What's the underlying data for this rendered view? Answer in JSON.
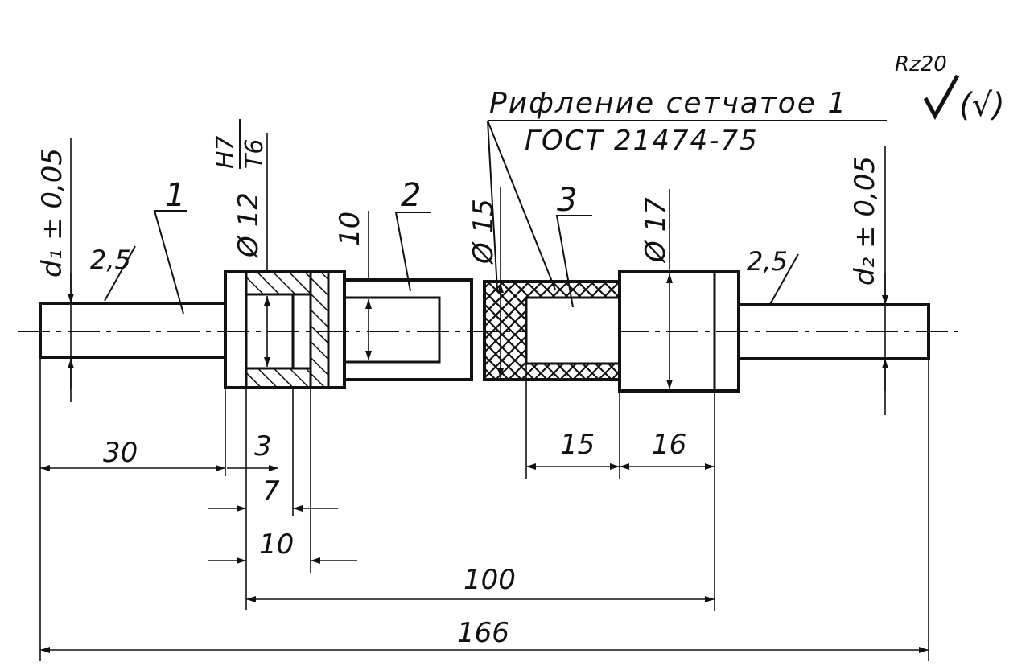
{
  "note": {
    "knurl_line1": "Рифление сетчатое 1",
    "knurl_line2": "ГОСТ 21474-75"
  },
  "roughness": {
    "value": "Rz20",
    "symbol": "√",
    "paren": "(√)"
  },
  "parts": {
    "p1": "1",
    "p2": "2",
    "p3": "3"
  },
  "dims": {
    "d1_tol": "d₁ ± 0,05",
    "d2_tol": "d₂ ± 0,05",
    "ch_left": "2,5",
    "ch_right": "2,5",
    "fit_num": "H7",
    "fit_den": "T6",
    "dia12": "Ø 12",
    "dia15": "Ø 15",
    "dia17": "Ø 17",
    "len10_vert": "10",
    "len30": "30",
    "len3": "3",
    "len7": "7",
    "len10": "10",
    "len15": "15",
    "len16": "16",
    "len100": "100",
    "len166": "166"
  }
}
